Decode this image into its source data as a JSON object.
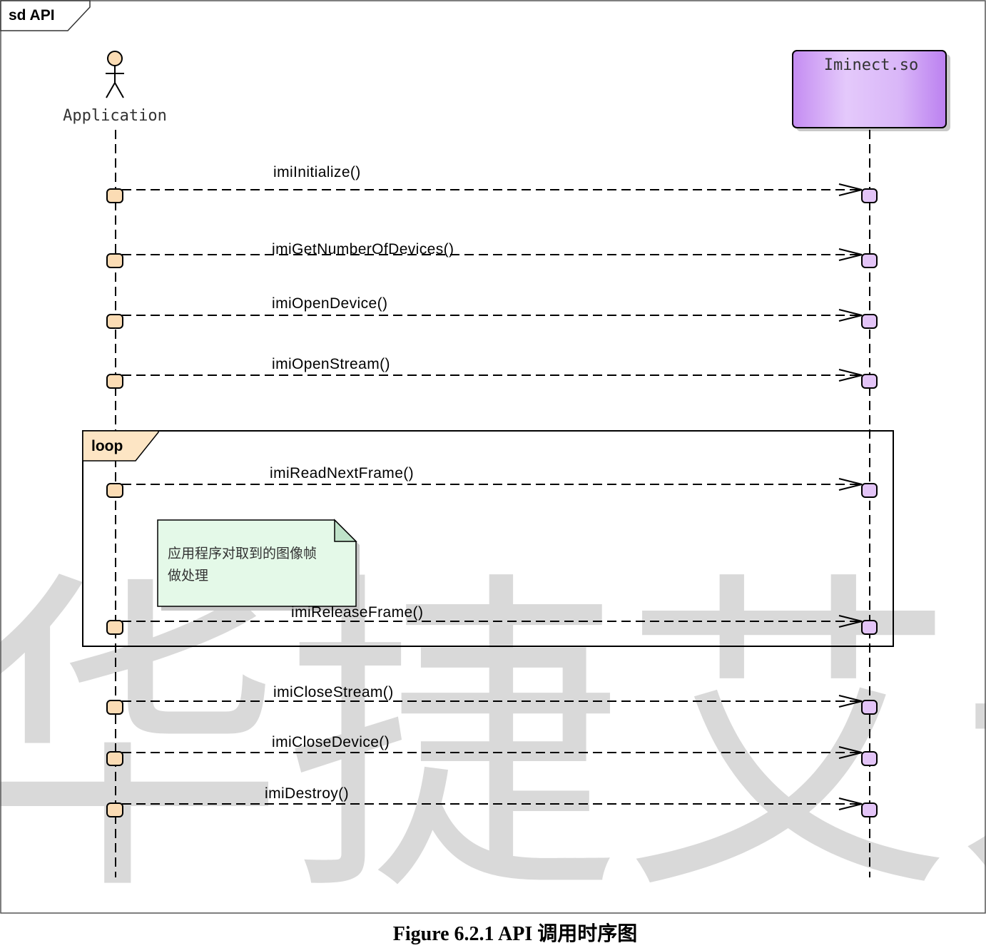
{
  "frame": {
    "title": "sd API"
  },
  "lifelines": {
    "application": {
      "label": "Application"
    },
    "iminect": {
      "label": "Iminect.so"
    }
  },
  "messages_before_loop": [
    {
      "label": "imiInitialize()"
    },
    {
      "label": "imiGetNumberOfDevices()"
    },
    {
      "label": "imiOpenDevice()"
    },
    {
      "label": "imiOpenStream()"
    }
  ],
  "loop": {
    "label": "loop",
    "messages": [
      {
        "label": "imiReadNextFrame()"
      },
      {
        "label": "imiReleaseFrame()"
      }
    ],
    "note": {
      "line1": "应用程序对取到的图像帧",
      "line2": "做处理"
    }
  },
  "messages_after_loop": [
    {
      "label": "imiCloseStream()"
    },
    {
      "label": "imiCloseDevice()"
    },
    {
      "label": "imiDestroy()"
    }
  ],
  "watermark": {
    "text": "华捷艾米"
  },
  "caption": {
    "text": "Figure 6.2.1 API 调用时序图"
  },
  "colors": {
    "app_activation": "#fbdcb4",
    "iminect_activation": "#e3c4f7",
    "object_fill": "#cc99f5",
    "loop_tab": "#fde5c4",
    "note_fill": "#e4f9e8"
  }
}
